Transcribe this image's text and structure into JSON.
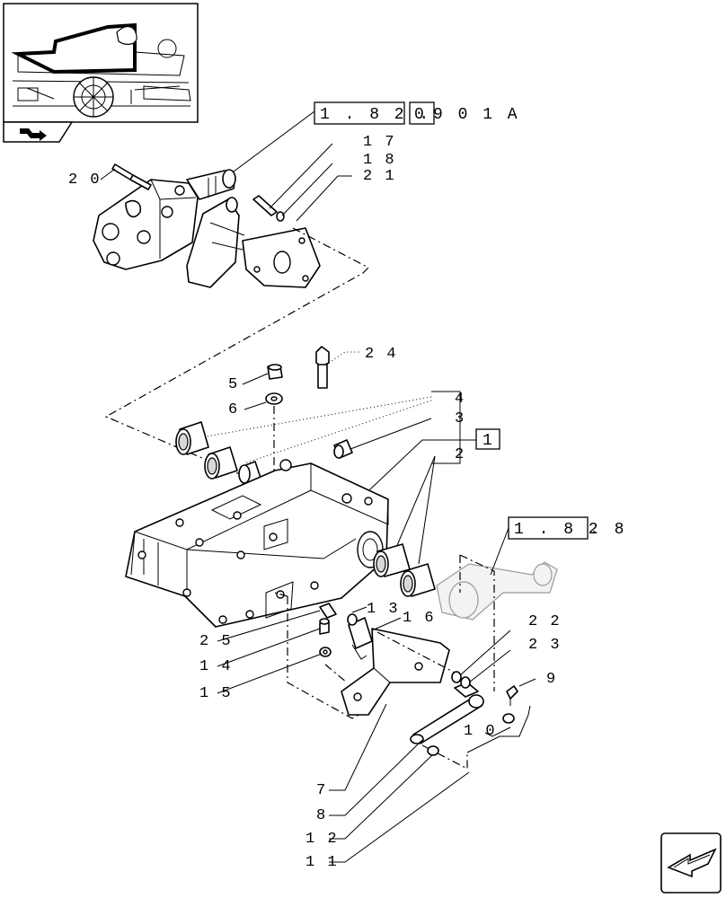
{
  "refs": {
    "top": "1.82.0901A",
    "top_box_a": "1 . 8 2 .",
    "top_box_b": "0",
    "top_rest": "9 0 1 A",
    "mid_box": "1",
    "right_box": "1 . 8 2",
    "right_rest": ". 8"
  },
  "labels": {
    "l20": "2 0",
    "l17": "1 7",
    "l18": "1 8",
    "l21": "2 1",
    "l24": "2 4",
    "l5": "5",
    "l6": "6",
    "l4": "4",
    "l3": "3",
    "l2": "2",
    "l13": "1 3",
    "l16": "1 6",
    "l25": "2 5",
    "l14": "1 4",
    "l15": "1 5",
    "l22": "2 2",
    "l23": "2 3",
    "l9": "9",
    "l10": "1 0",
    "l7": "7",
    "l8": "8",
    "l12": "1 2",
    "l11": "1 1"
  }
}
